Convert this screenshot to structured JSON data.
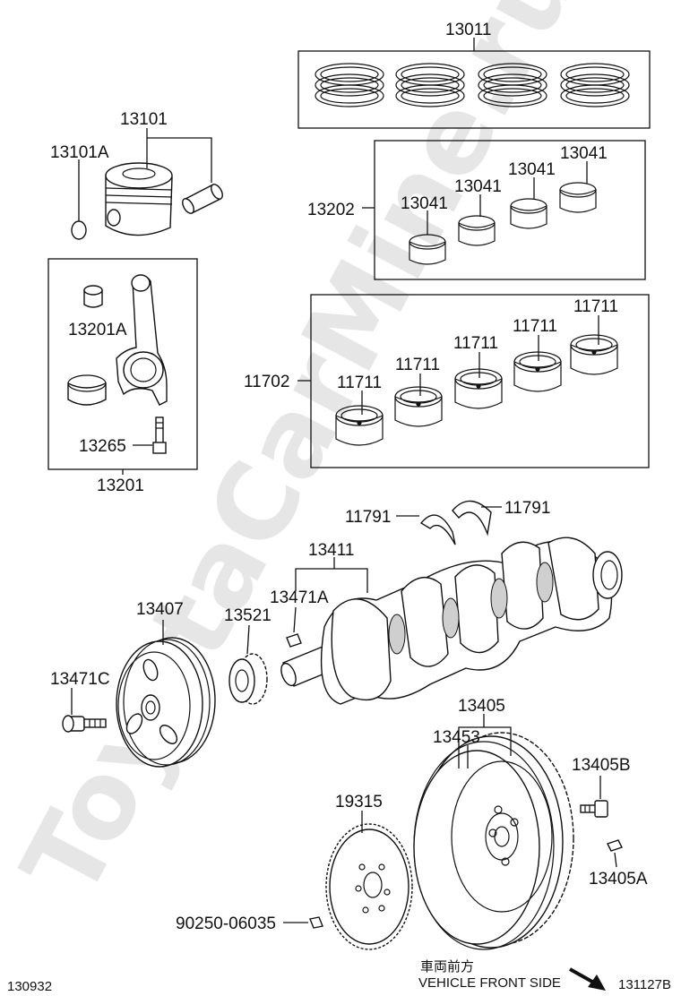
{
  "watermark": "ToyotaCarMine.ru",
  "parts": {
    "p13011": "13011",
    "p13101": "13101",
    "p13101A": "13101A",
    "p13202": "13202",
    "p13041_1": "13041",
    "p13041_2": "13041",
    "p13041_3": "13041",
    "p13041_4": "13041",
    "p13201A": "13201A",
    "p13265": "13265",
    "p13201": "13201",
    "p11702": "11702",
    "p11711_1": "11711",
    "p11711_2": "11711",
    "p11711_3": "11711",
    "p11711_4": "11711",
    "p11711_5": "11711",
    "p11791_L": "11791",
    "p11791_R": "11791",
    "p13411": "13411",
    "p13471A": "13471A",
    "p13407": "13407",
    "p13521": "13521",
    "p13471C": "13471C",
    "p13405": "13405",
    "p13453": "13453",
    "p13405B": "13405B",
    "p19315": "19315",
    "p13405A": "13405A",
    "p90250": "90250-06035"
  },
  "footer": {
    "left_code": "130932",
    "right_code": "131127B",
    "front_jp": "車両前方",
    "front_en": "VEHICLE FRONT SIDE"
  }
}
